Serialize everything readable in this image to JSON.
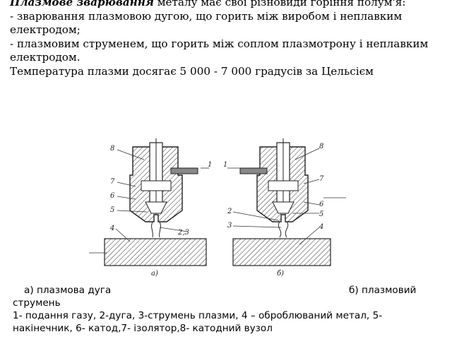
{
  "text": {
    "line1_bold": "Плазмове зварювання",
    "line1_rest": " металу має свої різновиди горіння полум'я:",
    "item1": " - зварювання плазмовою дугою, що горить між виробом і неплавким електродом;",
    "item2": " - плазмовим струменем, що горить між соплом плазмотрону і неплавким електродом.",
    "temperature": " Температура плазми досягає  5 000 - 7 000 градусів за Цельсієм"
  },
  "figure": {
    "labels_left": [
      "8",
      "1",
      "7",
      "6",
      "5",
      "4",
      "2,3"
    ],
    "labels_right": [
      "1",
      "8",
      "7",
      "6",
      "5",
      "2",
      "3",
      "4"
    ],
    "sub_a": "а)",
    "sub_b": "б)"
  },
  "caption": {
    "a": "а) плазмова дуга",
    "b": "б) плазмовий",
    "b_cont": "струмень",
    "legend": "1- подання газу, 2-дуга, 3-струмень плазми, 4 – оброблюваний метал, 5- накінечник, 6- катод,7- ізолятор,8- катодний вузол"
  }
}
